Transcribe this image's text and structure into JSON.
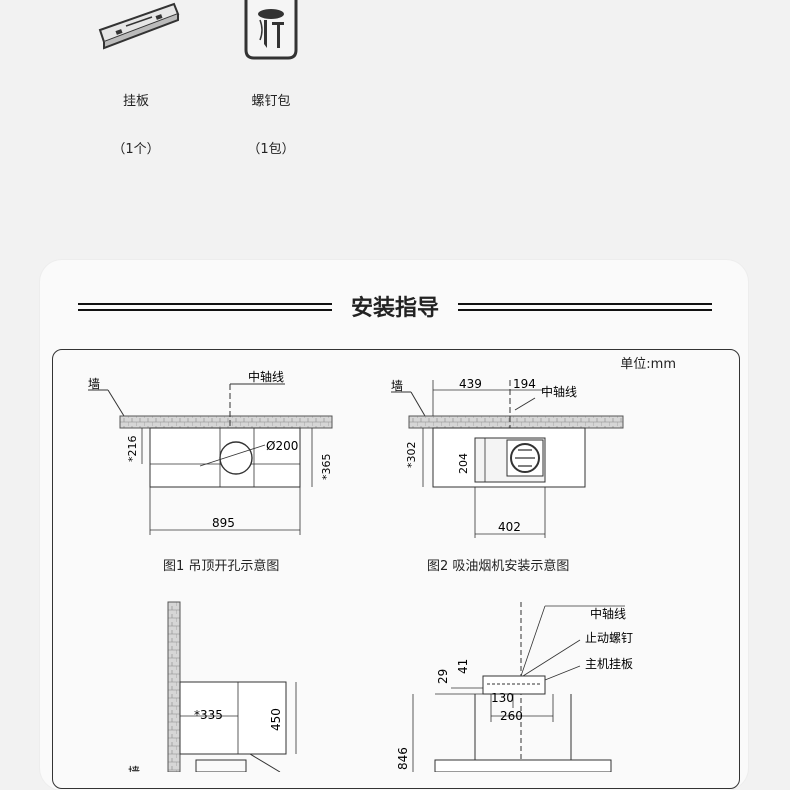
{
  "accessories": [
    {
      "name": "挂板",
      "qty": "（1个）"
    },
    {
      "name": "螺钉包",
      "qty": "（1包）"
    }
  ],
  "guide": {
    "title": "安装指导",
    "unit": "单位:mm"
  },
  "fig1": {
    "caption": "图1 吊顶开孔示意图",
    "wall": "墙",
    "axis": "中轴线",
    "dia": "Ø200",
    "d216": "*216",
    "d365": "*365",
    "d895": "895"
  },
  "fig2": {
    "caption": "图2 吸油烟机安装示意图",
    "wall": "墙",
    "axis": "中轴线",
    "d439": "439",
    "d194": "194",
    "d302": "*302",
    "d204": "204",
    "d402": "402"
  },
  "fig3": {
    "d335": "*335",
    "d450": "450",
    "wall": "墙"
  },
  "fig4": {
    "axis": "中轴线",
    "stopscrew": "止动螺钉",
    "plate": "主机挂板",
    "d29": "29",
    "d41": "41",
    "d130": "130",
    "d260": "260",
    "d846": "846"
  }
}
